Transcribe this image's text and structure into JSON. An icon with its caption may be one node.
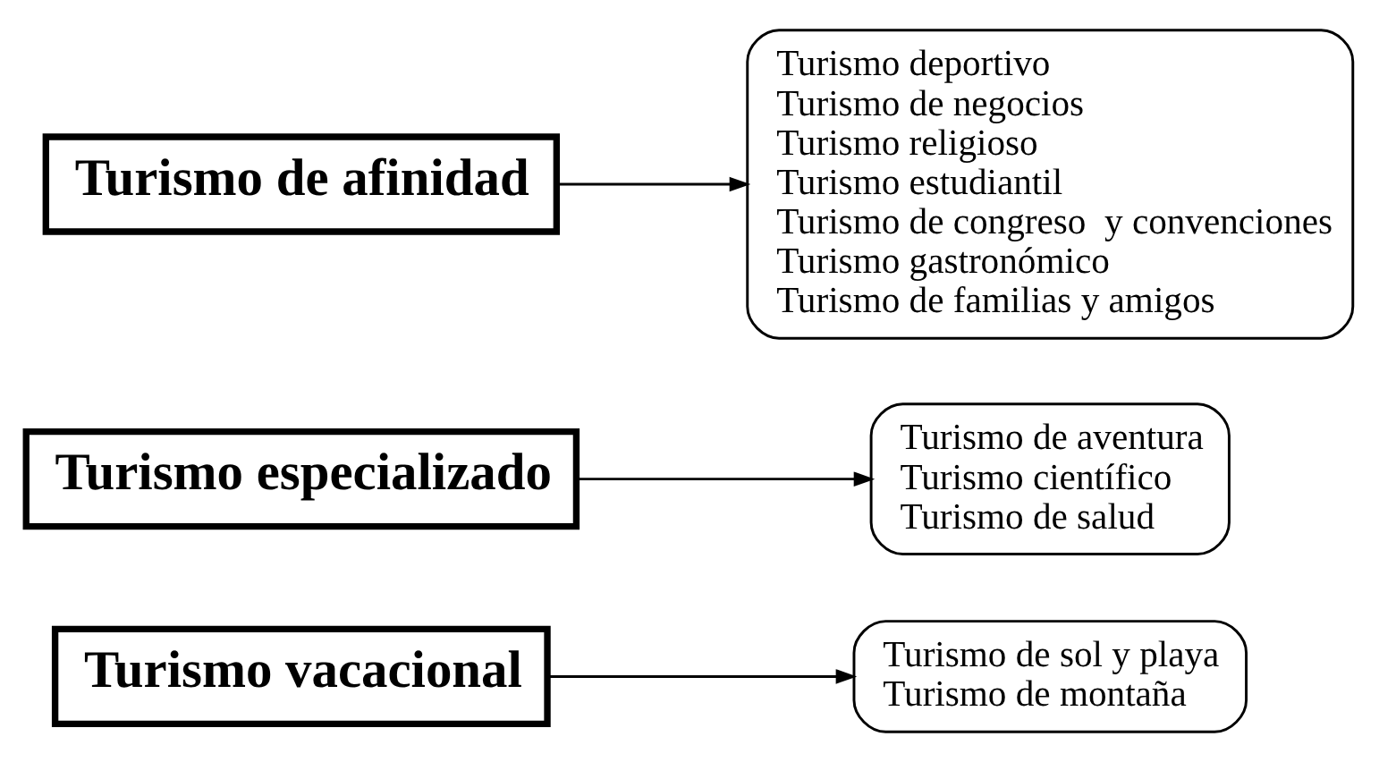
{
  "diagram": {
    "nodes": [
      {
        "text": [
          "Turismo vacacional"
        ]
      },
      {
        "text": [
          "Turismo de sol y playa",
          "Turismo de montaña"
        ]
      },
      {
        "text": [
          "Turismo especializado"
        ]
      },
      {
        "text": [
          "Turismo de aventura",
          "Turismo científico",
          "Turismo de salud"
        ]
      },
      {
        "text": [
          "Turismo de afinidad"
        ]
      },
      {
        "text": [
          "Turismo deportivo",
          "Turismo de negocios",
          "Turismo religioso",
          "Turismo estudiantil",
          "Turismo de congreso  y convenciones",
          "Turismo gastronómico",
          "Turismo de familias y amigos"
        ]
      }
    ],
    "edges": [
      {
        "from": 0,
        "to": 1,
        "arrow": "to"
      },
      {
        "from": 2,
        "to": 3,
        "arrow": "to"
      },
      {
        "from": 4,
        "to": 5,
        "arrow": "to"
      }
    ]
  }
}
